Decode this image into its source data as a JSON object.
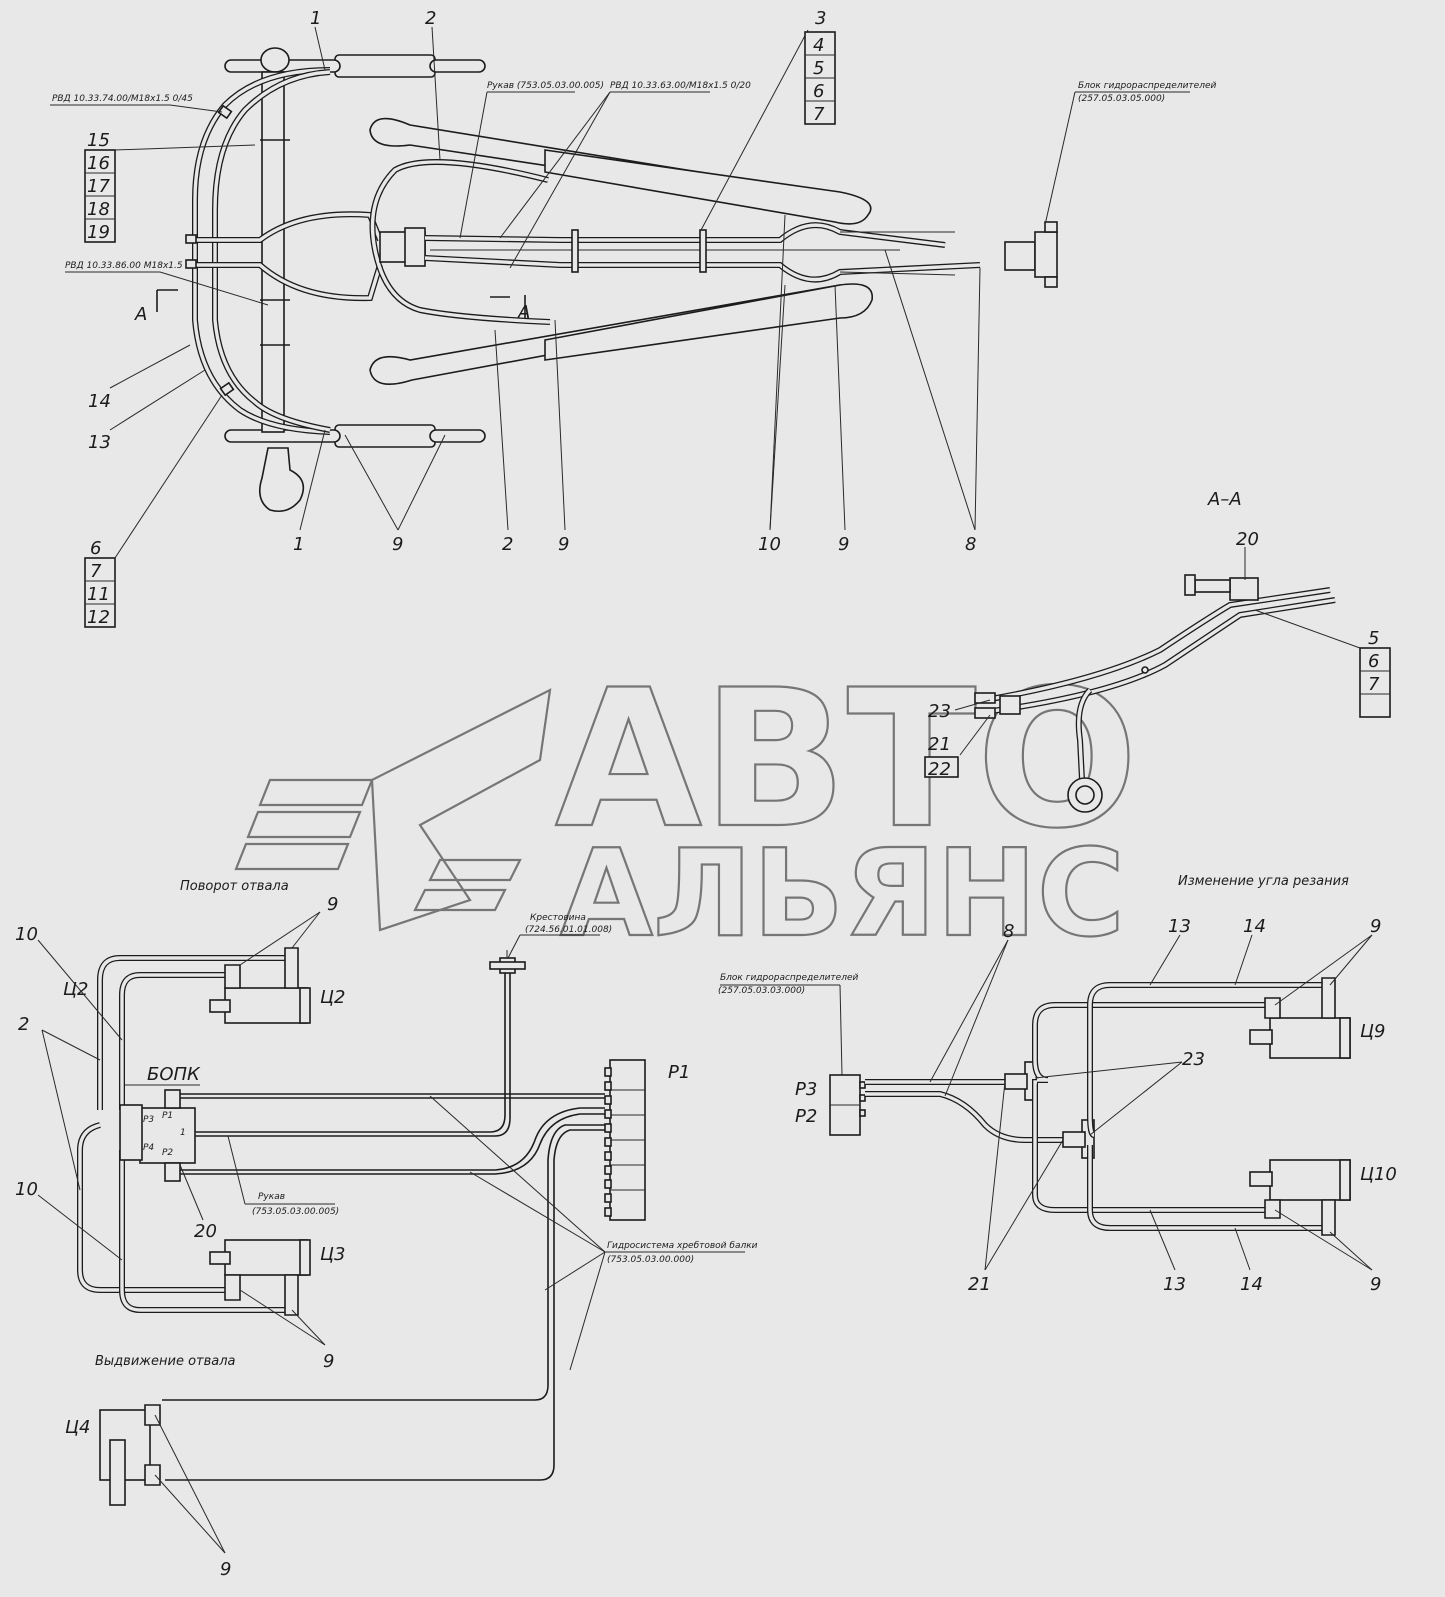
{
  "top_view": {
    "notes": {
      "hose_1": "РВД 10.33.74.00/М18х1.5 0/45",
      "hose_2": "РВД 10.33.86.00 М18х1.5",
      "sleeve": "Рукав (753.05.03.00.005)",
      "hose_3": "РВД 10.33.63.00/М18х1.5 0/20",
      "block_title": "Блок гидрораспределителей",
      "block_code": "(257.05.03.05.000)"
    },
    "section_mark": "А",
    "positions": [
      "1",
      "2",
      "3",
      "1",
      "9",
      "2",
      "9",
      "10",
      "9",
      "8",
      "13",
      "14"
    ],
    "stack_3_7": [
      "3",
      "4",
      "5",
      "6",
      "7"
    ],
    "stack_15_19": [
      "15",
      "16",
      "17",
      "18",
      "19"
    ],
    "stack_6_12": [
      "6",
      "7",
      "11",
      "12"
    ]
  },
  "section_aa": {
    "title": "А–А",
    "positions": [
      "20",
      "23",
      "21",
      "22"
    ],
    "stack": [
      "5",
      "6",
      "7"
    ]
  },
  "watermark": {
    "line1": "АВТО",
    "line2": "АЛЬЯНС"
  },
  "scheme_left": {
    "title_top": "Поворот отвала",
    "title_bottom": "Выдвижение отвала",
    "bopk": "БОПК",
    "ports": [
      "Р3",
      "Р1",
      "Р4",
      "Р2",
      "1"
    ],
    "cylinders": [
      "Ц2",
      "Ц3",
      "Ц4"
    ],
    "valve": "Р1",
    "crosspiece_title": "Крестовина",
    "crosspiece_code": "(724.56.01.01.008)",
    "sleeve_title": "Рукав",
    "sleeve_code": "(753.05.03.00.005)",
    "hydro_title": "Гидросистема хребтовой балки",
    "hydro_code": "(753.05.03.00.000)",
    "positions": [
      "9",
      "10",
      "2",
      "10",
      "20",
      "9",
      "9"
    ]
  },
  "scheme_right": {
    "title": "Изменение угла резания",
    "block_title": "Блок гидрораспределителей",
    "block_code": "(257.05.03.03.000)",
    "ports": [
      "Р3",
      "Р2"
    ],
    "cylinders": [
      "Ц9",
      "Ц10"
    ],
    "positions": [
      "8",
      "13",
      "14",
      "9",
      "23",
      "21",
      "13",
      "14",
      "9"
    ]
  }
}
